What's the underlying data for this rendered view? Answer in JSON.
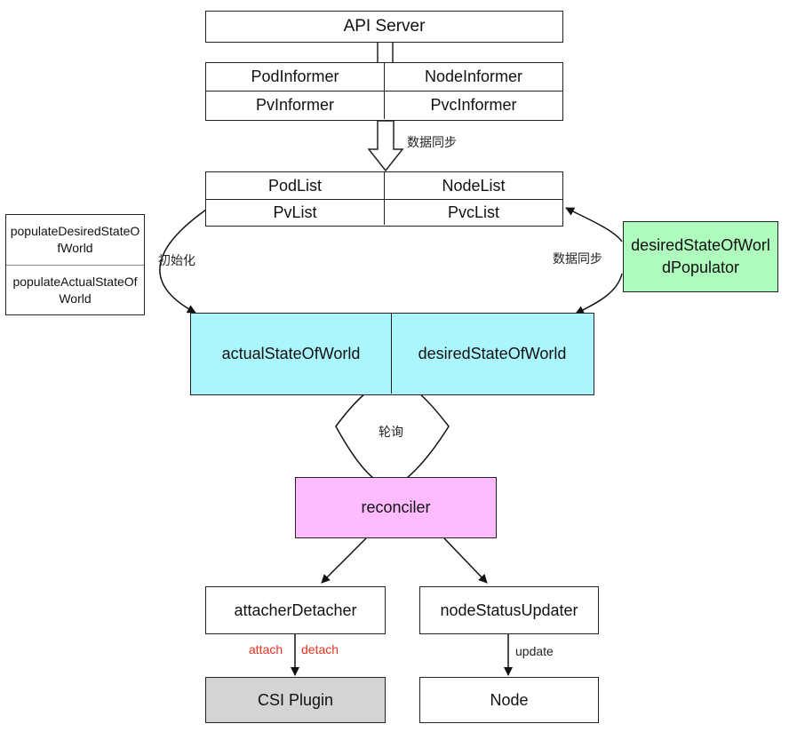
{
  "colors": {
    "state_fill": "#AAF6FC",
    "reconciler_fill": "#FFBBFF",
    "populator_fill": "#AEFBBD",
    "plugin_fill": "#D4D4D4",
    "attach_detach_text": "#E8321E"
  },
  "api_server": "API Server",
  "informers": {
    "pod": "PodInformer",
    "node": "NodeInformer",
    "pv": "PvInformer",
    "pvc": "PvcInformer"
  },
  "sync_label_top": "数据同步",
  "lists": {
    "pod": "PodList",
    "node": "NodeList",
    "pv": "PvList",
    "pvc": "PvcList"
  },
  "populate": {
    "desired": "populateDesiredStateOfWorld",
    "actual": "populateActualStateOfWorld"
  },
  "init_label": "初始化",
  "sync_label_right": "数据同步",
  "populator": "desiredStateOfWorldPopulator",
  "state": {
    "actual": "actualStateOfWorld",
    "desired": "desiredStateOfWorld"
  },
  "poll_label": "轮询",
  "reconciler": "reconciler",
  "attacher_detacher": "attacherDetacher",
  "node_status_updater": "nodeStatusUpdater",
  "attach_label": "attach",
  "detach_label": "detach",
  "update_label": "update",
  "csi_plugin": "CSI Plugin",
  "node": "Node"
}
